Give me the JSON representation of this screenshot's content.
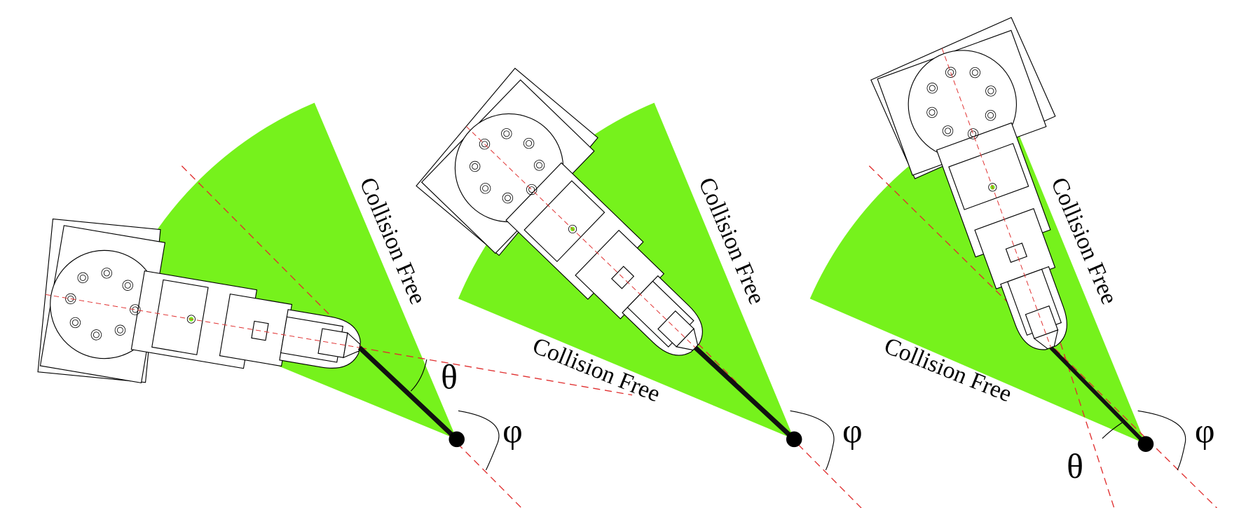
{
  "figure": {
    "panels": [
      {
        "id": "left",
        "upper_label": "Collision Free",
        "angle_labels": [
          "θ",
          "φ"
        ]
      },
      {
        "id": "middle",
        "upper_label": "Collision Free",
        "lower_label": "Collision Free",
        "angle_labels": [
          "φ"
        ]
      },
      {
        "id": "right",
        "upper_label": "Collision Free",
        "lower_label": "Collision Free",
        "angle_labels": [
          "θ",
          "φ"
        ]
      }
    ],
    "colors": {
      "collision_free_zone": "#76f21c",
      "axis_lines": "#e03030",
      "rod": "#111111"
    }
  }
}
